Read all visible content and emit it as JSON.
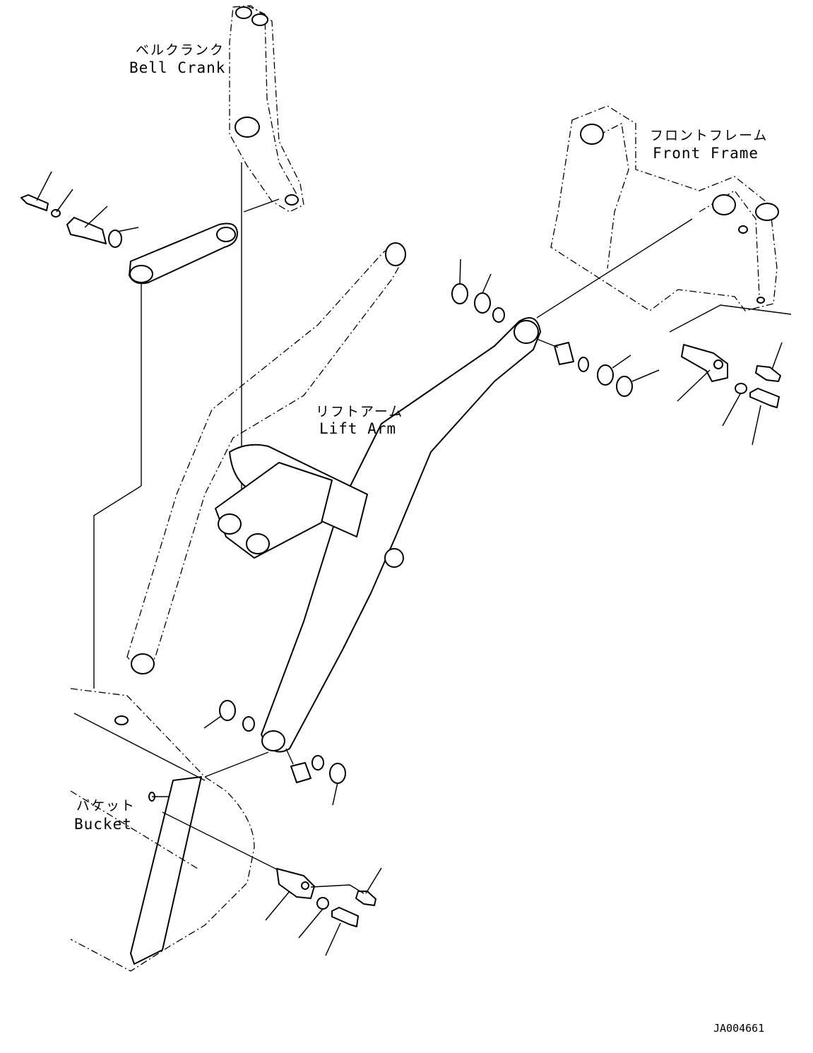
{
  "labels": {
    "bell_crank_jp": "ベルクランク",
    "bell_crank_en": "Bell Crank",
    "front_frame_jp": "フロントフレーム",
    "front_frame_en": "Front Frame",
    "lift_arm_jp": "リフトアーム",
    "lift_arm_en": "Lift Arm",
    "bucket_jp": "バケット",
    "bucket_en": "Bucket"
  },
  "drawing_code": "JA004661"
}
